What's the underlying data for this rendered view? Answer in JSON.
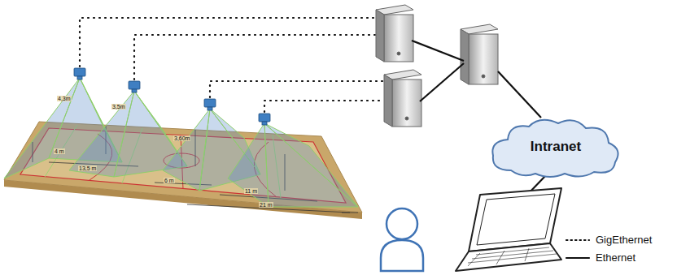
{
  "diagram": {
    "nodes": [
      {
        "text": [
          "Intranet"
        ]
      }
    ],
    "labels": [
      "4,3m",
      "4 m",
      "13,5 m",
      "3,5m",
      "3,60m",
      "6 m",
      "11 m",
      "21 m"
    ],
    "legend": [
      {
        "text": "GigEthernet"
      },
      {
        "text": "Ethernet"
      }
    ]
  }
}
